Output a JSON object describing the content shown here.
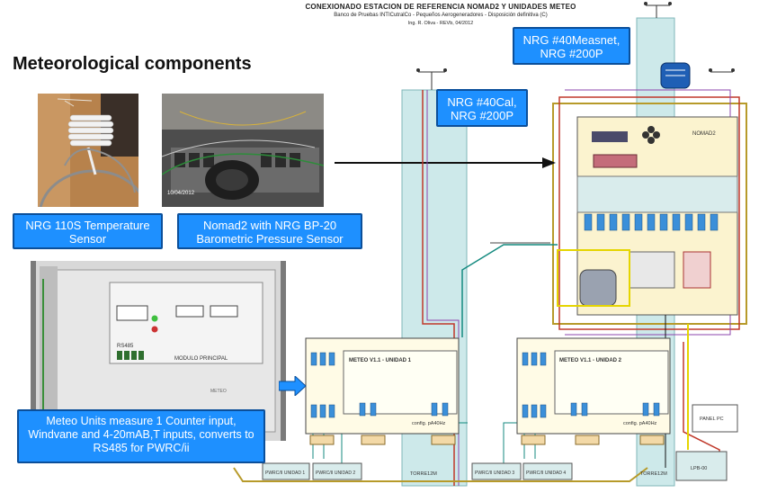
{
  "header": {
    "title": "CONEXIONADO ESTACION DE REFERENCIA NOMAD2 Y UNIDADES METEO",
    "subtitle": "Banco de Pruebas INTICutralCo - Pequeños Aerogeneradores - Disposición definitiva (C)",
    "author": "Ing. R. Oliva - REVb, 04/2012"
  },
  "page_title": "Meteorological components",
  "photos": {
    "temp_sensor": {
      "caption": "NRG 110S Temperature Sensor"
    },
    "baro_sensor": {
      "stamp": "10/04/2012",
      "caption": "Nomad2 with NRG BP-20 Barometric Pressure Sensor"
    },
    "meteo_unit": {
      "label_rs485": "RS485",
      "label_modulo": "MODULO PRINCIPAL",
      "label_meteo": "METEO",
      "caption": "Meteo Units measure 1 Counter input, Windvane and 4-20mAB,T inputs, converts to RS485 for PWRC/ii"
    }
  },
  "callouts": {
    "nrg40cal": "NRG #40Cal, NRG #200P",
    "nrg40measnet": "NRG #40Measnet, NRG #200P"
  },
  "schematic": {
    "nomad_label": "NOMAD2",
    "meteo_unit_1": "METEO V1.1 - UNIDAD 1",
    "meteo_unit_2": "METEO V1.1 - UNIDAD 2",
    "config_1": "config. pA40Hz",
    "config_2": "config. pA40Hz",
    "tower_left": "TORRE12M",
    "tower_right": "TORRE12M",
    "pwrc_1": "PWRC/II UNIDAD 1",
    "pwrc_2": "PWRC/II UNIDAD 2",
    "pwrc_3": "PWRC/II UNIDAD 3",
    "pwrc_4": "PWRC/II UNIDAD 4",
    "panel_label": "PANEL PC",
    "lpb_label": "LPB-00"
  },
  "colors": {
    "callout_fill": "#1e90ff",
    "callout_border": "#0b4f9a",
    "tower_fill": "#cde9ea",
    "nomad_fill": "#fbf3cf",
    "meteo_fill": "#fffbe6"
  }
}
